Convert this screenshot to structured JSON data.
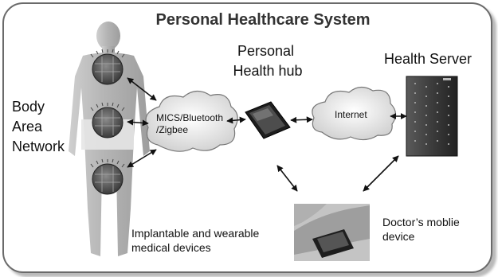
{
  "title": "Personal Healthcare System",
  "body_area_network": [
    "Body",
    "Area",
    "Network"
  ],
  "personal_hub": [
    "Personal",
    "Health  hub"
  ],
  "health_server": "Health Server",
  "wireless_cloud": [
    "MICS/Bluetooth",
    "/Zigbee"
  ],
  "internet_cloud": "Internet",
  "devices_caption": [
    "Implantable and wearable",
    "medical devices"
  ],
  "doctor_caption": [
    "Doctor’s moblie",
    "device"
  ]
}
